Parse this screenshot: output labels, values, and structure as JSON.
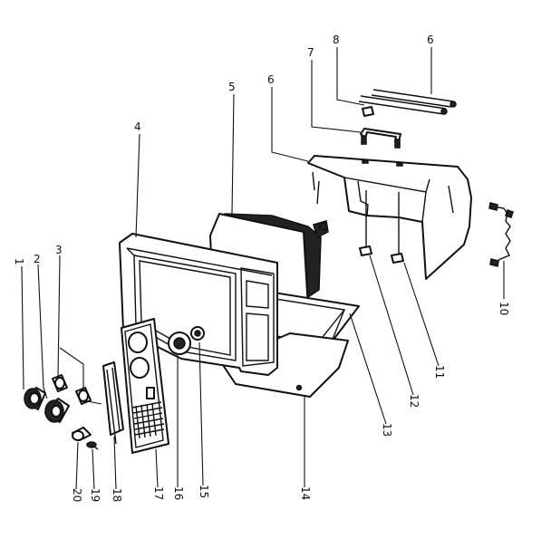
{
  "diagram": {
    "callouts": {
      "c1": "1",
      "c2": "2",
      "c3": "3",
      "c4": "4",
      "c5": "5",
      "c6a": "6",
      "c6b": "6",
      "c7": "7",
      "c8": "8",
      "c10": "10",
      "c11": "11",
      "c12": "12",
      "c13": "13",
      "c14": "14",
      "c15": "15",
      "c16": "16",
      "c17": "17",
      "c18": "18",
      "c19": "19",
      "c20": "20"
    }
  }
}
